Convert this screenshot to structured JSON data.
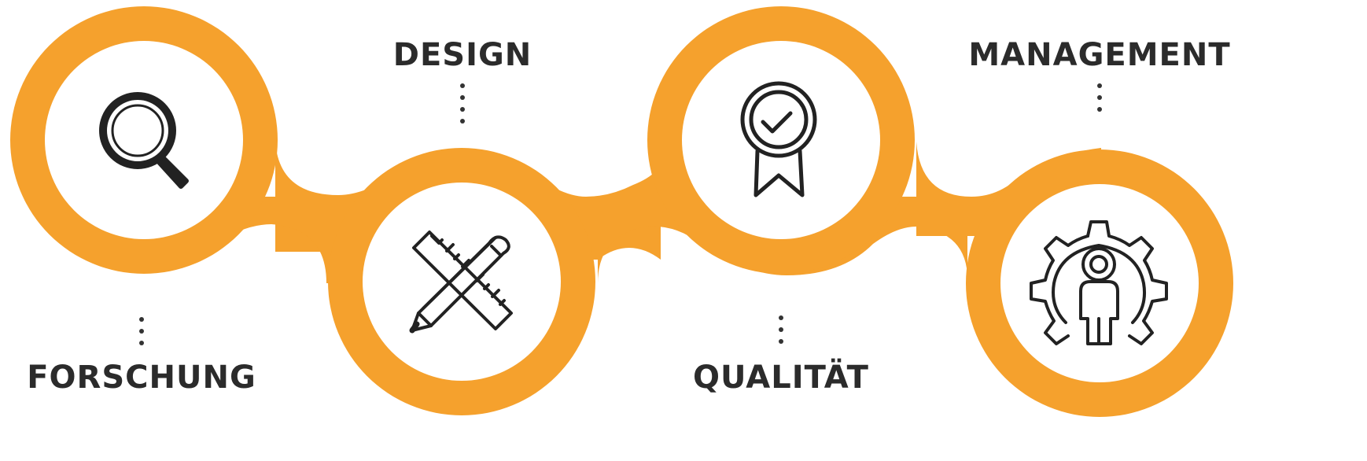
{
  "colors": {
    "accent": "#f5a12d",
    "inner": "#ffffff",
    "icon": "#222222",
    "text": "#2b2b2b"
  },
  "steps": [
    {
      "label": "FORSCHUNG",
      "icon": "magnifier-icon"
    },
    {
      "label": "DESIGN",
      "icon": "pencil-ruler-icon"
    },
    {
      "label": "QUALITÄT",
      "icon": "award-ribbon-icon"
    },
    {
      "label": "MANAGEMENT",
      "icon": "person-gear-icon"
    }
  ]
}
